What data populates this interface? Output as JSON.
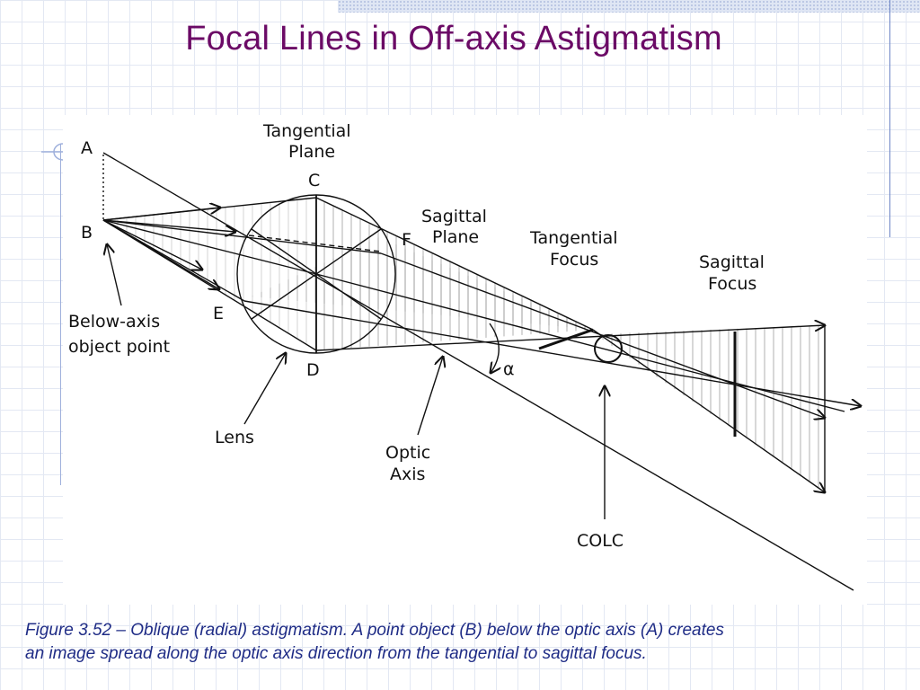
{
  "slide": {
    "title": "Focal Lines in Off-axis Astigmatism",
    "caption_line1": "Figure 3.52 – Oblique (radial) astigmatism.  A point object (B) below the optic axis (A) creates",
    "caption_line2": "an image spread along the optic axis direction from the tangential to sagittal focus."
  },
  "diagram": {
    "point_a": "A",
    "point_b": "B",
    "point_c": "C",
    "point_d": "D",
    "point_e": "E",
    "point_f": "F",
    "tangential_plane_line1": "Tangential",
    "tangential_plane_line2": "Plane",
    "sagittal_plane_line1": "Sagittal",
    "sagittal_plane_line2": "Plane",
    "tangential_focus_line1": "Tangential",
    "tangential_focus_line2": "Focus",
    "sagittal_focus_line1": "Sagittal",
    "sagittal_focus_line2": "Focus",
    "below_axis_line1": "Below-axis",
    "below_axis_line2": "object point",
    "lens": "Lens",
    "optic_axis_line1": "Optic",
    "optic_axis_line2": "Axis",
    "colc": "COLC",
    "angle_symbol": "α"
  },
  "colors": {
    "title": "#6b0a66",
    "caption": "#1f2c86",
    "grid": "#e3e8f3",
    "line": "#111111"
  }
}
